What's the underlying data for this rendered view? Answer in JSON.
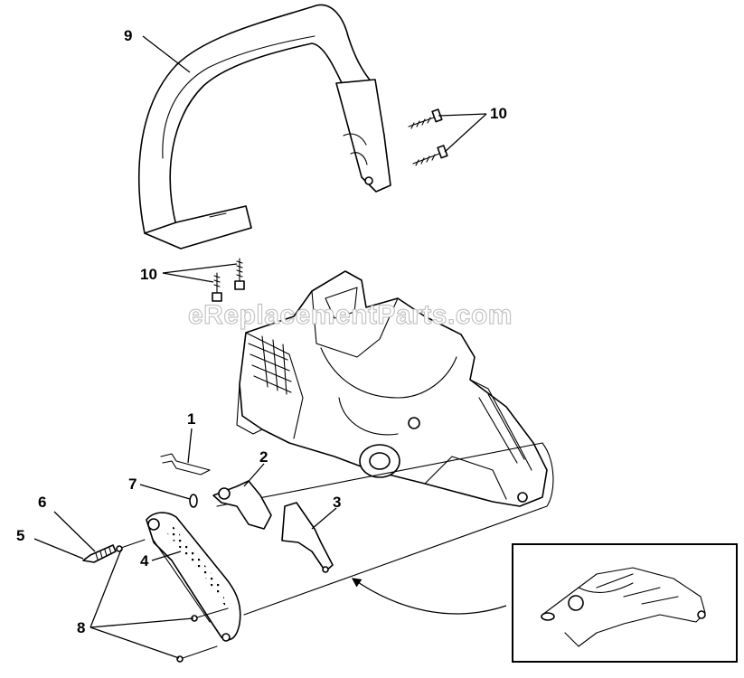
{
  "watermark": "eReplacementParts.com",
  "callouts": {
    "c1": "1",
    "c2": "2",
    "c3": "3",
    "c4": "4",
    "c5": "5",
    "c6": "6",
    "c7": "7",
    "c8": "8",
    "c9": "9",
    "c10a": "10",
    "c10b": "10"
  }
}
